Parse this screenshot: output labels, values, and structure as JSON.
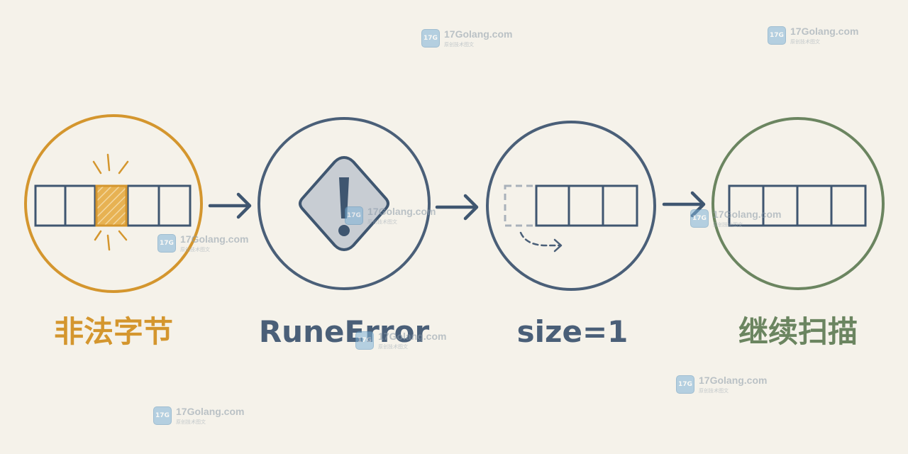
{
  "steps": [
    {
      "label": "非法字节",
      "color": "#d4962e"
    },
    {
      "label": "RuneError",
      "color": "#4a5f78"
    },
    {
      "label": "size=1",
      "color": "#4a5f78"
    },
    {
      "label": "继续扫描",
      "color": "#6b8560"
    }
  ],
  "colors": {
    "amber": "#d4962e",
    "slate": "#4a5f78",
    "green": "#6b8560",
    "warning_fill": "#c8cdd3",
    "background": "#f5f2ea"
  },
  "icons": [
    "byte-row-icon",
    "warning-diamond-icon",
    "skip-arrow-icon",
    "arrow-right-icon"
  ],
  "watermark": {
    "site": "17Golang.com",
    "sub": "原创技术图文",
    "logo": "17G"
  }
}
